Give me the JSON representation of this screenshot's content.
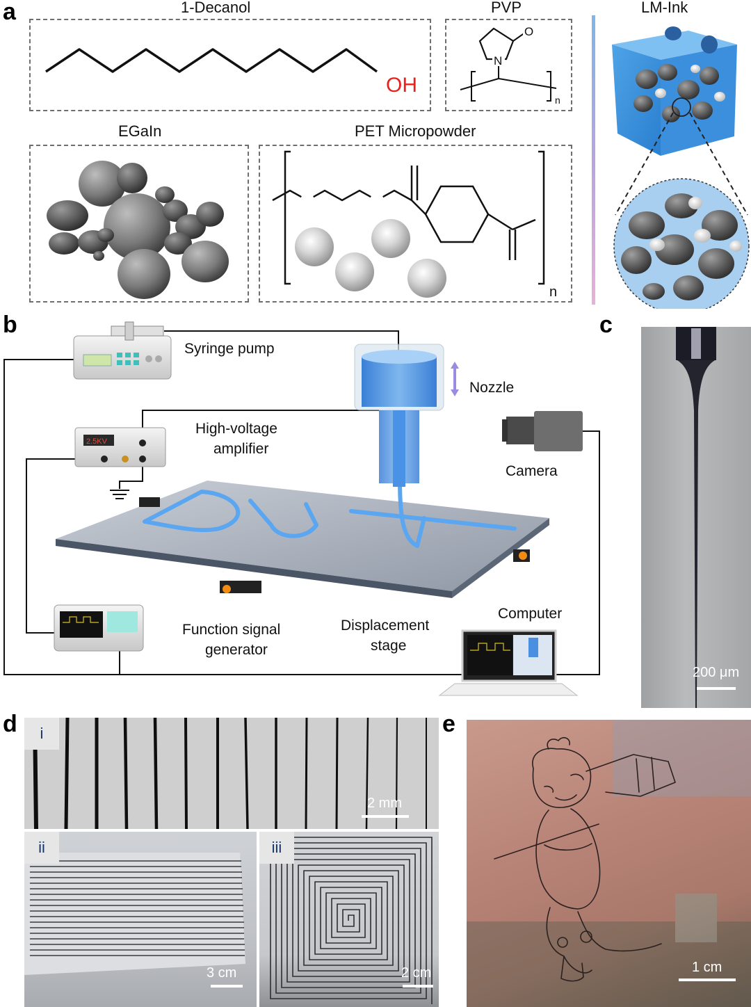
{
  "panels": {
    "a": "a",
    "b": "b",
    "c": "c",
    "d": "d",
    "e": "e"
  },
  "panel_a": {
    "decanol_title": "1-Decanol",
    "oh_label": "OH",
    "pvp_title": "PVP",
    "pvp_n": "N",
    "pvp_o": "O",
    "pvp_sub": "n",
    "egain_title": "EGaIn",
    "pet_title": "PET Micropowder",
    "pet_sub": "n",
    "lm_ink_title": "LM-Ink"
  },
  "panel_b": {
    "syringe_pump": "Syringe pump",
    "nozzle": "Nozzle",
    "hv_line1": "High-voltage",
    "hv_line2": "amplifier",
    "hv_display": "2.5KV",
    "camera": "Camera",
    "computer": "Computer",
    "fsg_line1": "Function signal",
    "fsg_line2": "generator",
    "ds_line1": "Displacement",
    "ds_line2": "stage"
  },
  "panel_c": {
    "scale": "200 μm"
  },
  "panel_d": {
    "i": "i",
    "ii": "ii",
    "iii": "iii",
    "scale_i": "2 mm",
    "scale_ii": "3 cm",
    "scale_iii": "2 cm"
  },
  "panel_e": {
    "scale": "1 cm"
  },
  "colors": {
    "ink_blue": "#4a90e2",
    "label_navy": "#17346c",
    "oh_red": "#e8201e"
  }
}
